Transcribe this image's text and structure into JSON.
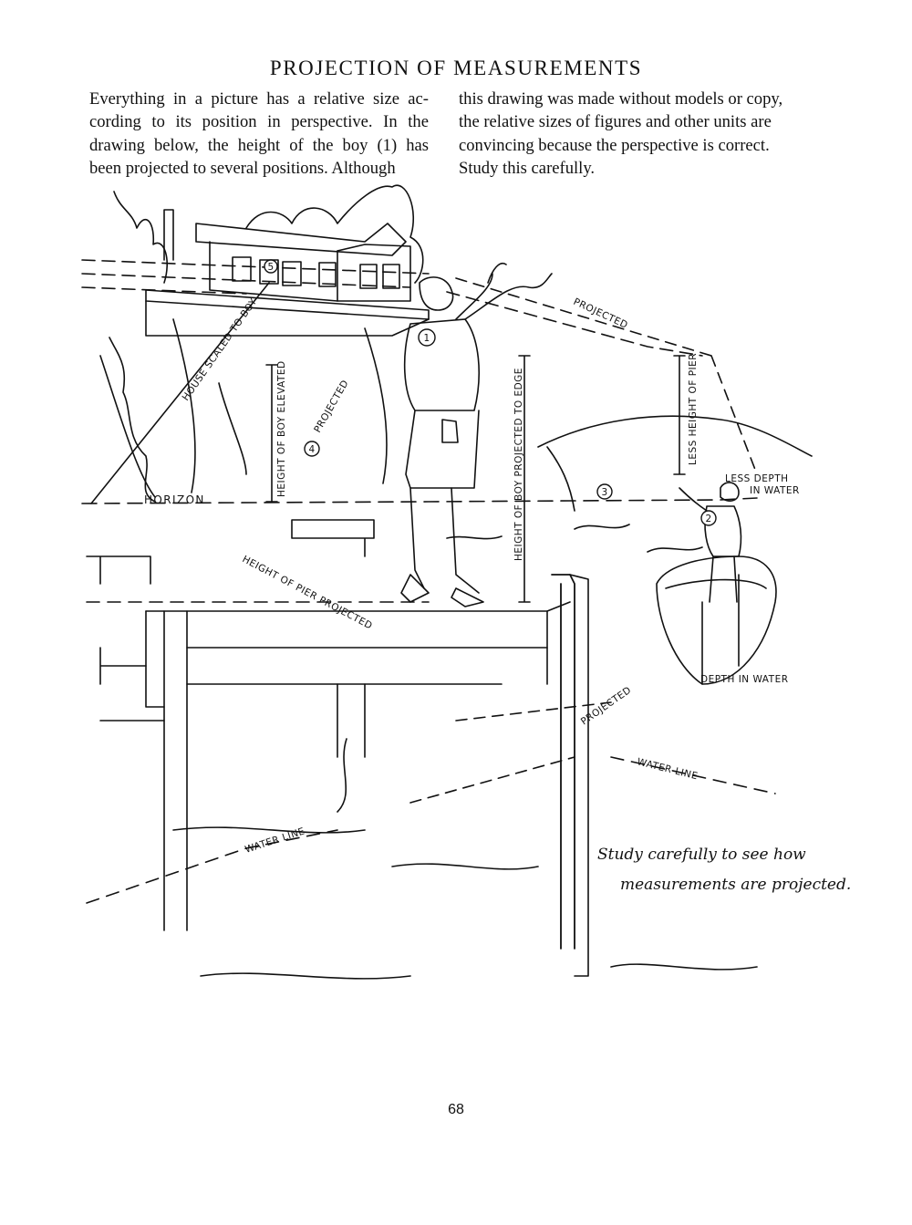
{
  "title": "PROJECTION OF MEASUREMENTS",
  "text": {
    "left_lines": [
      "Everything in a picture has a relative size ac-",
      "cording to its position in perspective. In the",
      "drawing below, the height of the boy (1) has",
      "been projected to several positions. Although"
    ],
    "right_lines": [
      "this drawing was made without models or copy,",
      "the relative sizes of figures and other units are",
      "convincing because the perspective is correct.",
      "Study this carefully."
    ]
  },
  "illustration": {
    "labels": {
      "horizon": "HORIZON",
      "house_scaled": "HOUSE SCALED TO BOY",
      "height_boy_elevated": "HEIGHT OF BOY ELEVATED",
      "projected_mid": "PROJECTED",
      "projected_top": "PROJECTED",
      "height_boy_edge": "HEIGHT OF BOY PROJECTED TO EDGE",
      "less_height_pier": "LESS HEIGHT OF PIER",
      "less_depth_1": "LESS DEPTH",
      "less_depth_2": "IN WATER",
      "height_pier_projected": "HEIGHT OF PIER PROJECTED",
      "depth_in_water": "DEPTH IN WATER",
      "projected_low": "PROJECTED",
      "water_line_right": "WATER LINE",
      "water_line_left": "WATER LINE"
    },
    "markers": {
      "m1": "1",
      "m2": "2",
      "m3": "3",
      "m4": "4",
      "m5": "5"
    },
    "caption_line1": "Study carefully to see how",
    "caption_line2": "measurements are projected."
  },
  "page_number": "68"
}
